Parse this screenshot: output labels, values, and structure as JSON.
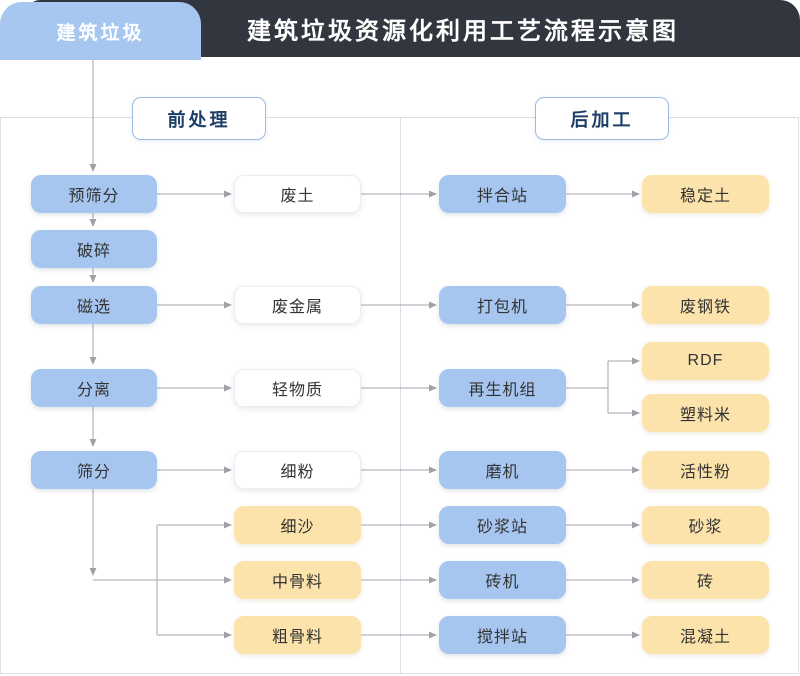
{
  "header": {
    "source_label": "建筑垃圾",
    "title": "建筑垃圾资源化利用工艺流程示意图"
  },
  "sections": {
    "pre_processing": "前处理",
    "post_processing": "后加工"
  },
  "nodes": {
    "pre_screening": "预筛分",
    "crushing": "破碎",
    "magnetic_separation": "磁选",
    "separation": "分离",
    "screening": "筛分",
    "waste_soil": "废土",
    "waste_metal": "废金属",
    "light_material": "轻物质",
    "fine_powder": "细粉",
    "fine_sand": "细沙",
    "medium_aggregate": "中骨料",
    "coarse_aggregate": "粗骨料",
    "mixing_plant": "拌合站",
    "baler": "打包机",
    "regeneration_unit": "再生机组",
    "mill": "磨机",
    "mortar_plant": "砂浆站",
    "brick_machine": "砖机",
    "concrete_mixing_plant": "搅拌站",
    "stabilized_soil": "稳定土",
    "waste_steel": "废钢铁",
    "rdf": "RDF",
    "plastic_pellets": "塑料米",
    "active_powder": "活性粉",
    "mortar": "砂浆",
    "brick": "砖",
    "concrete": "混凝土"
  },
  "colors": {
    "header_bar": "#31363f",
    "header_title_text": "#ffffff",
    "source_tab": "#a7c7f0",
    "process_box_blue": "#a6c5ef",
    "product_box_yellow": "#fbe3ab",
    "intermediate_box_white": "#ffffff",
    "section_label_text": "#1d3e66",
    "section_label_border": "#9bbde4",
    "connector_gray": "#a6a6ae",
    "panel_border": "#dcdfea",
    "node_text": "#333333"
  }
}
